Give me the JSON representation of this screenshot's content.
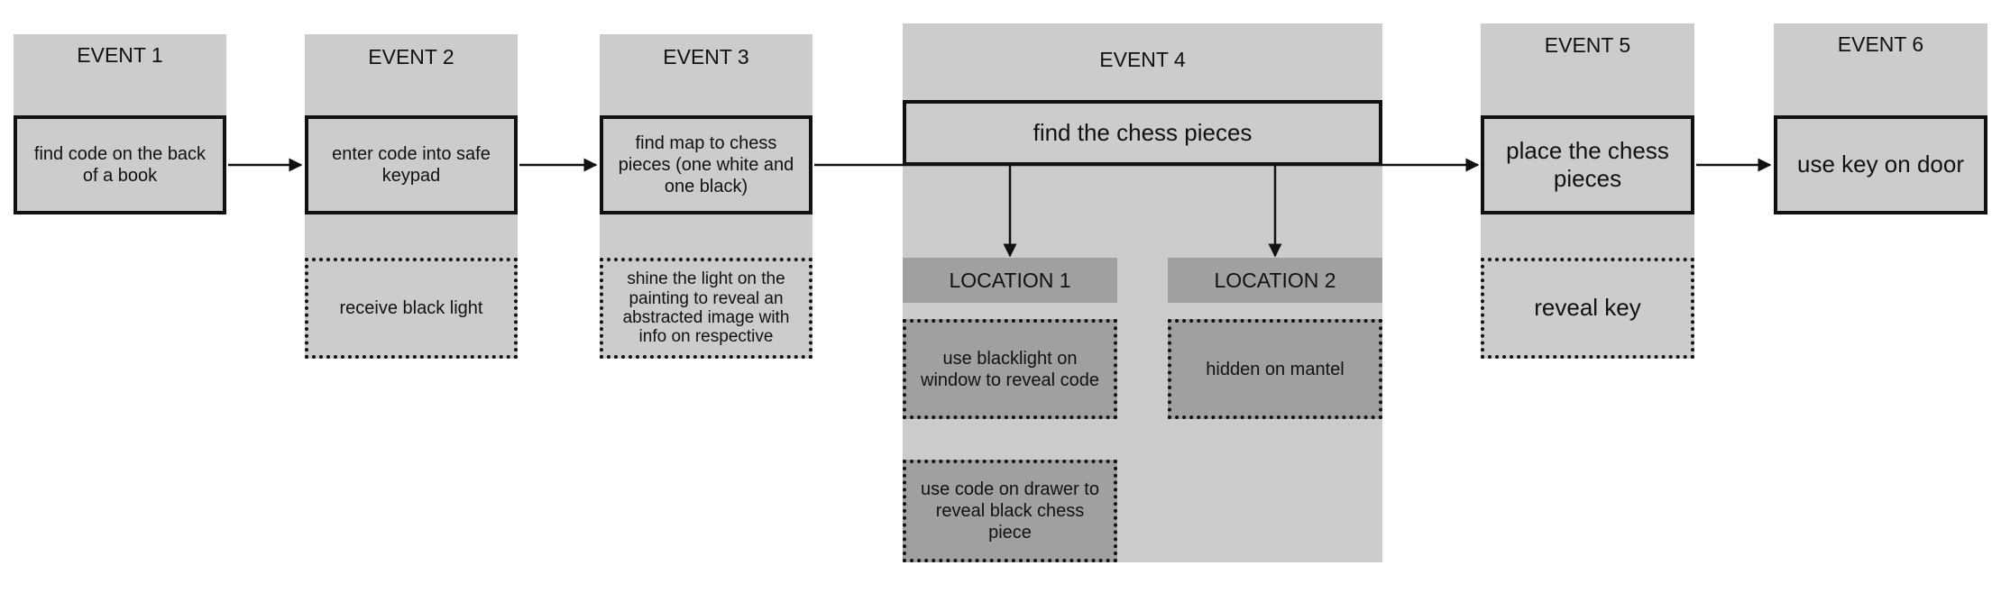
{
  "events": [
    {
      "title": "EVENT 1",
      "main": "find code on the back of a book"
    },
    {
      "title": "EVENT 2",
      "main": "enter code into safe keypad",
      "sub": "receive black light"
    },
    {
      "title": "EVENT 3",
      "main": "find map to chess pieces (one white and one black)",
      "sub": "shine the light on the painting to reveal an abstracted image with info on respective"
    },
    {
      "title": "EVENT 4",
      "main": "find the chess pieces"
    },
    {
      "title": "EVENT 5",
      "main": "place the chess pieces",
      "sub": "reveal key"
    },
    {
      "title": "EVENT 6",
      "main": "use key on door"
    }
  ],
  "locations": [
    {
      "title": "LOCATION 1",
      "items": [
        "use blacklight on window to reveal code",
        "use code on drawer to reveal black chess piece"
      ]
    },
    {
      "title": "LOCATION 2",
      "items": [
        "hidden on mantel"
      ]
    }
  ]
}
